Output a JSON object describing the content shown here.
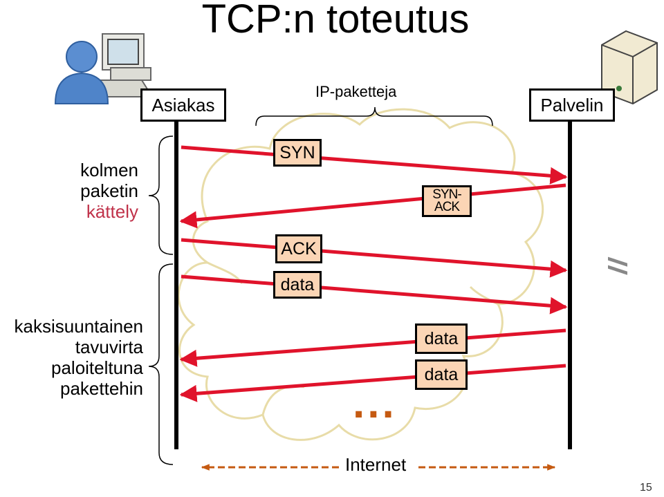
{
  "title": "TCP:n toteutus",
  "client_label": "Asiakas",
  "server_label": "Palvelin",
  "ip_packets_label": "IP-paketteja",
  "handshake": {
    "line1": "kolmen",
    "line2": "paketin",
    "line3": "kättely",
    "accent_color": "#c0324a"
  },
  "stream": {
    "line1": "kaksisuuntainen",
    "line2": "tavuvirta",
    "line3": "paloiteltuna",
    "line4": "pakettehin"
  },
  "packets": {
    "syn": "SYN",
    "synack_line1": "SYN-",
    "synack_line2": "ACK",
    "ack": "ACK",
    "data1": "data",
    "data2": "data",
    "data3": "data"
  },
  "ellipsis": "...",
  "internet_label": "Internet",
  "page_number": "15",
  "colors": {
    "arrow": "#e0132b",
    "packet_fill": "#fbd5b5",
    "cloud_outline": "#e8dca8",
    "internet_arrow": "#c55a11",
    "ellipsis": "#c55a11"
  },
  "icons": {
    "client": "user-computer-icon",
    "server": "server-tower-icon"
  }
}
